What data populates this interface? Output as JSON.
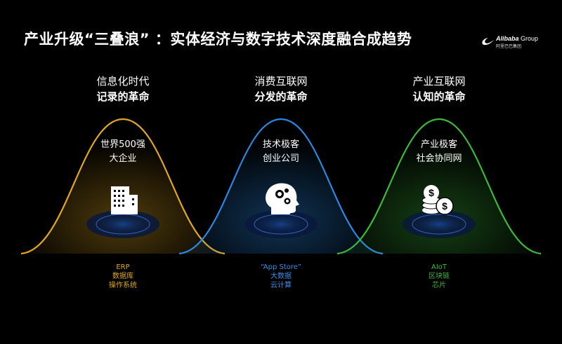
{
  "title": "产业升级“三叠浪” ：实体经济与数字技术深度融合成趋势",
  "logo": {
    "brand": "Alibaba",
    "group": "Group",
    "cn": "阿里巴巴集团"
  },
  "waves": [
    {
      "era": "信息化时代",
      "revolution": "记录的革命",
      "inner": [
        "世界500强",
        "大企业"
      ],
      "icon": "building-icon",
      "tech": [
        "ERP",
        "数据库",
        "操作系统"
      ],
      "color": "#e0a722"
    },
    {
      "era": "消费互联网",
      "revolution": "分发的革命",
      "inner": [
        "技术极客",
        "创业公司"
      ],
      "icon": "brain-gears-icon",
      "tech": [
        "“App Store”",
        "大数据",
        "云计算"
      ],
      "color": "#2a88e0"
    },
    {
      "era": "产业互联网",
      "revolution": "认知的革命",
      "inner": [
        "产业极客",
        "社会协同网"
      ],
      "icon": "coins-icon",
      "tech": [
        "AIoT",
        "区块链",
        "芯片"
      ],
      "color": "#3db83a"
    }
  ]
}
